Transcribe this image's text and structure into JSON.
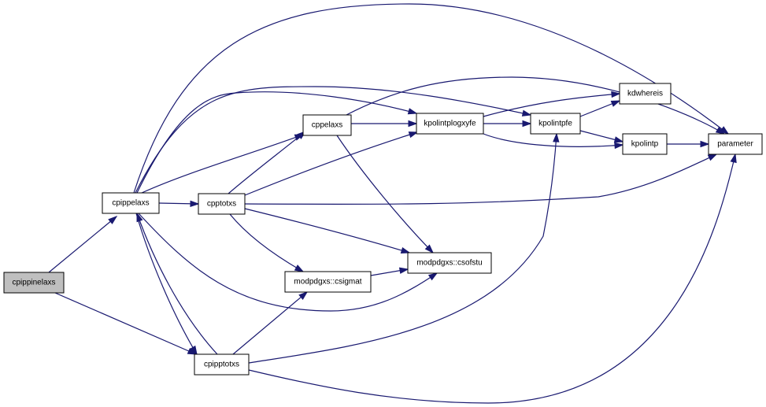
{
  "diagram": {
    "edge_color": "#191970",
    "root_fill": "#bfbfbf",
    "nodes": [
      {
        "id": "cpippinelaxs",
        "label": "cpippinelaxs",
        "root": true
      },
      {
        "id": "cpippelaxs",
        "label": "cpippelaxs"
      },
      {
        "id": "cpipptotxs",
        "label": "cpipptotxs"
      },
      {
        "id": "cpptotxs",
        "label": "cpptotxs"
      },
      {
        "id": "cppelaxs",
        "label": "cppelaxs"
      },
      {
        "id": "modpdgxs_csigmat",
        "label": "modpdgxs::csigmat"
      },
      {
        "id": "modpdgxs_csofstu",
        "label": "modpdgxs::csofstu"
      },
      {
        "id": "kpolintplogxyfe",
        "label": "kpolintplogxyfe"
      },
      {
        "id": "kpolintpfe",
        "label": "kpolintpfe"
      },
      {
        "id": "kdwhereis",
        "label": "kdwhereis"
      },
      {
        "id": "kpolintp",
        "label": "kpolintp"
      },
      {
        "id": "parameter",
        "label": "parameter"
      }
    ],
    "edges": [
      {
        "from": "cpippinelaxs",
        "to": "cpippelaxs"
      },
      {
        "from": "cpippinelaxs",
        "to": "cpipptotxs"
      },
      {
        "from": "cpippelaxs",
        "to": "cppelaxs"
      },
      {
        "from": "cpippelaxs",
        "to": "cpptotxs"
      },
      {
        "from": "cpippelaxs",
        "to": "cpipptotxs"
      },
      {
        "from": "cpippelaxs",
        "to": "kpolintplogxyfe"
      },
      {
        "from": "cpippelaxs",
        "to": "kpolintpfe"
      },
      {
        "from": "cpippelaxs",
        "to": "modpdgxs_csofstu"
      },
      {
        "from": "cpippelaxs",
        "to": "parameter"
      },
      {
        "from": "cpipptotxs",
        "to": "cpippelaxs"
      },
      {
        "from": "cpipptotxs",
        "to": "modpdgxs_csigmat"
      },
      {
        "from": "cpipptotxs",
        "to": "kpolintpfe"
      },
      {
        "from": "cpipptotxs",
        "to": "parameter"
      },
      {
        "from": "cpptotxs",
        "to": "cppelaxs"
      },
      {
        "from": "cpptotxs",
        "to": "kpolintplogxyfe"
      },
      {
        "from": "cpptotxs",
        "to": "modpdgxs_csigmat"
      },
      {
        "from": "cpptotxs",
        "to": "modpdgxs_csofstu"
      },
      {
        "from": "cpptotxs",
        "to": "parameter"
      },
      {
        "from": "cppelaxs",
        "to": "kpolintplogxyfe"
      },
      {
        "from": "cppelaxs",
        "to": "modpdgxs_csofstu"
      },
      {
        "from": "cppelaxs",
        "to": "parameter"
      },
      {
        "from": "modpdgxs_csigmat",
        "to": "modpdgxs_csofstu"
      },
      {
        "from": "kpolintplogxyfe",
        "to": "kpolintpfe"
      },
      {
        "from": "kpolintplogxyfe",
        "to": "kdwhereis"
      },
      {
        "from": "kpolintplogxyfe",
        "to": "kpolintp"
      },
      {
        "from": "kpolintpfe",
        "to": "kdwhereis"
      },
      {
        "from": "kpolintpfe",
        "to": "kpolintp"
      },
      {
        "from": "kpolintp",
        "to": "parameter"
      }
    ]
  }
}
